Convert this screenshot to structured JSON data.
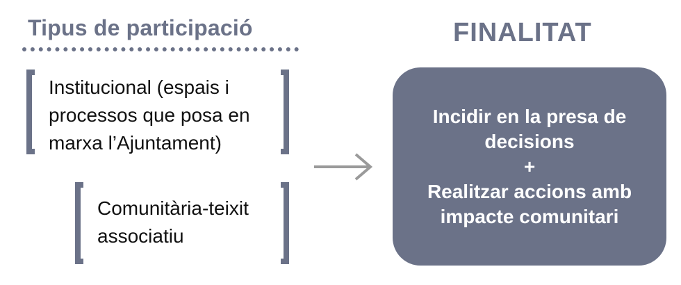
{
  "left_column": {
    "title": "Tipus de participació",
    "items": [
      {
        "lines": [
          "Institucional (espais i",
          "processos que posa en",
          "marxa l’Ajuntament)"
        ]
      },
      {
        "lines": [
          "Comunitària-teixit",
          "associatiu"
        ]
      }
    ]
  },
  "right_column": {
    "title": "FINALITAT",
    "box_lines": [
      "Incidir en la presa de",
      "decisions",
      "+",
      "Realitzar accions amb",
      "impacte comunitari"
    ]
  },
  "colors": {
    "accent": "#6b7288",
    "arrow": "#9a9a9a",
    "text": "#111111",
    "box_text": "#ffffff"
  },
  "icons": {
    "connector": "arrow-right-icon"
  }
}
